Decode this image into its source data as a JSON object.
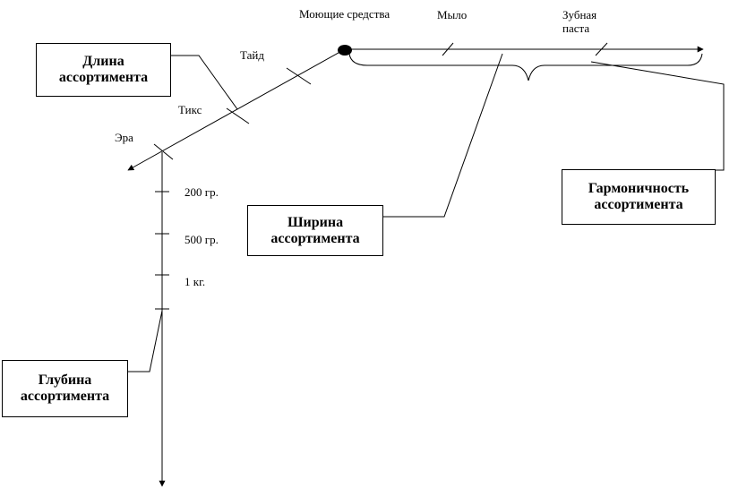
{
  "top_axis": {
    "origin": "Моющие средства",
    "products": [
      "Мыло",
      "Зубная паста"
    ]
  },
  "length_axis": {
    "brands": [
      "Тайд",
      "Тикс",
      "Эра"
    ]
  },
  "depth_axis": {
    "sizes": [
      "200 гр.",
      "500 гр.",
      "1 кг."
    ]
  },
  "boxes": {
    "length": [
      "Длина",
      "ассортимента"
    ],
    "width": [
      "Ширина",
      "ассортимента"
    ],
    "harmony": [
      "Гармоничность",
      "ассортимента"
    ],
    "depth": [
      "Глубина",
      "ассортимента"
    ]
  }
}
